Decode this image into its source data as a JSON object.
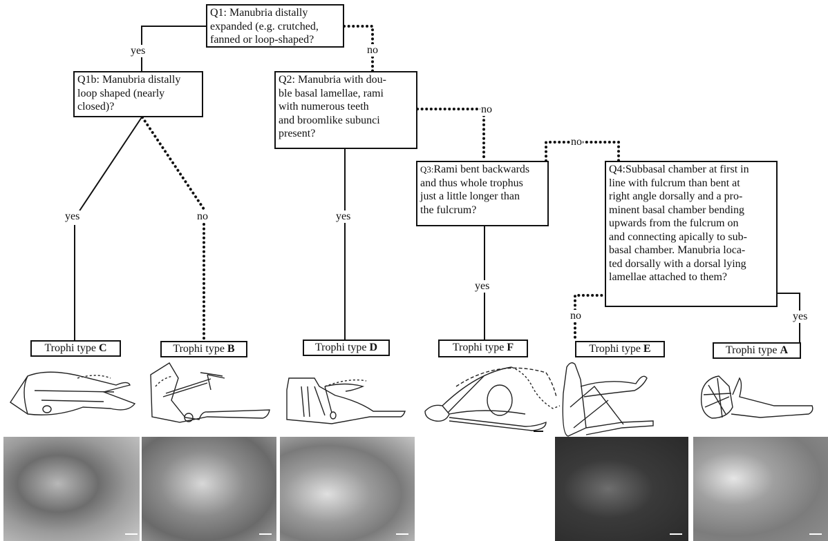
{
  "questions": {
    "q1": "Q1: Manubria distally expanded (e.g. crutched, fanned or loop-shaped?",
    "q1b": "Q1b: Manubria distally loop shaped (nearly closed)?",
    "q2": "Q2: Manubria with dou-\nble basal lamellae, rami\nwith numerous teeth\nand broomlike subunci\npresent?",
    "q3_prefix": "Q3:",
    "q3_body": "Rami bent backwards\nand thus whole trophus\njust a little longer than\nthe fulcrum?",
    "q4": "Q4:Subbasal chamber at first in\nline with fulcrum than bent at\nright angle dorsally and a pro-\nminent basal chamber bending\nupwards from the fulcrum on\nand connecting apically to sub-\nbasal chamber. Manubria loca-\nted dorsally with a dorsal lying\nlamellae attached to them?"
  },
  "edge_labels": {
    "q1_yes": "yes",
    "q1_no": "no",
    "q1b_yes": "yes",
    "q1b_no": "no",
    "q2_yes": "yes",
    "q2_no": "no",
    "q3_yes": "yes",
    "q3_no": "no",
    "q4_no": "no",
    "q4_yes": "yes"
  },
  "trophi": {
    "prefix": "Trophi type ",
    "C": "C",
    "B": "B",
    "D": "D",
    "F": "F",
    "E": "E",
    "A": "A"
  },
  "styles": {
    "yes_line": "solid",
    "no_line": "dotted",
    "line_color": "#111111",
    "sem_background": "#8a8a8a"
  }
}
